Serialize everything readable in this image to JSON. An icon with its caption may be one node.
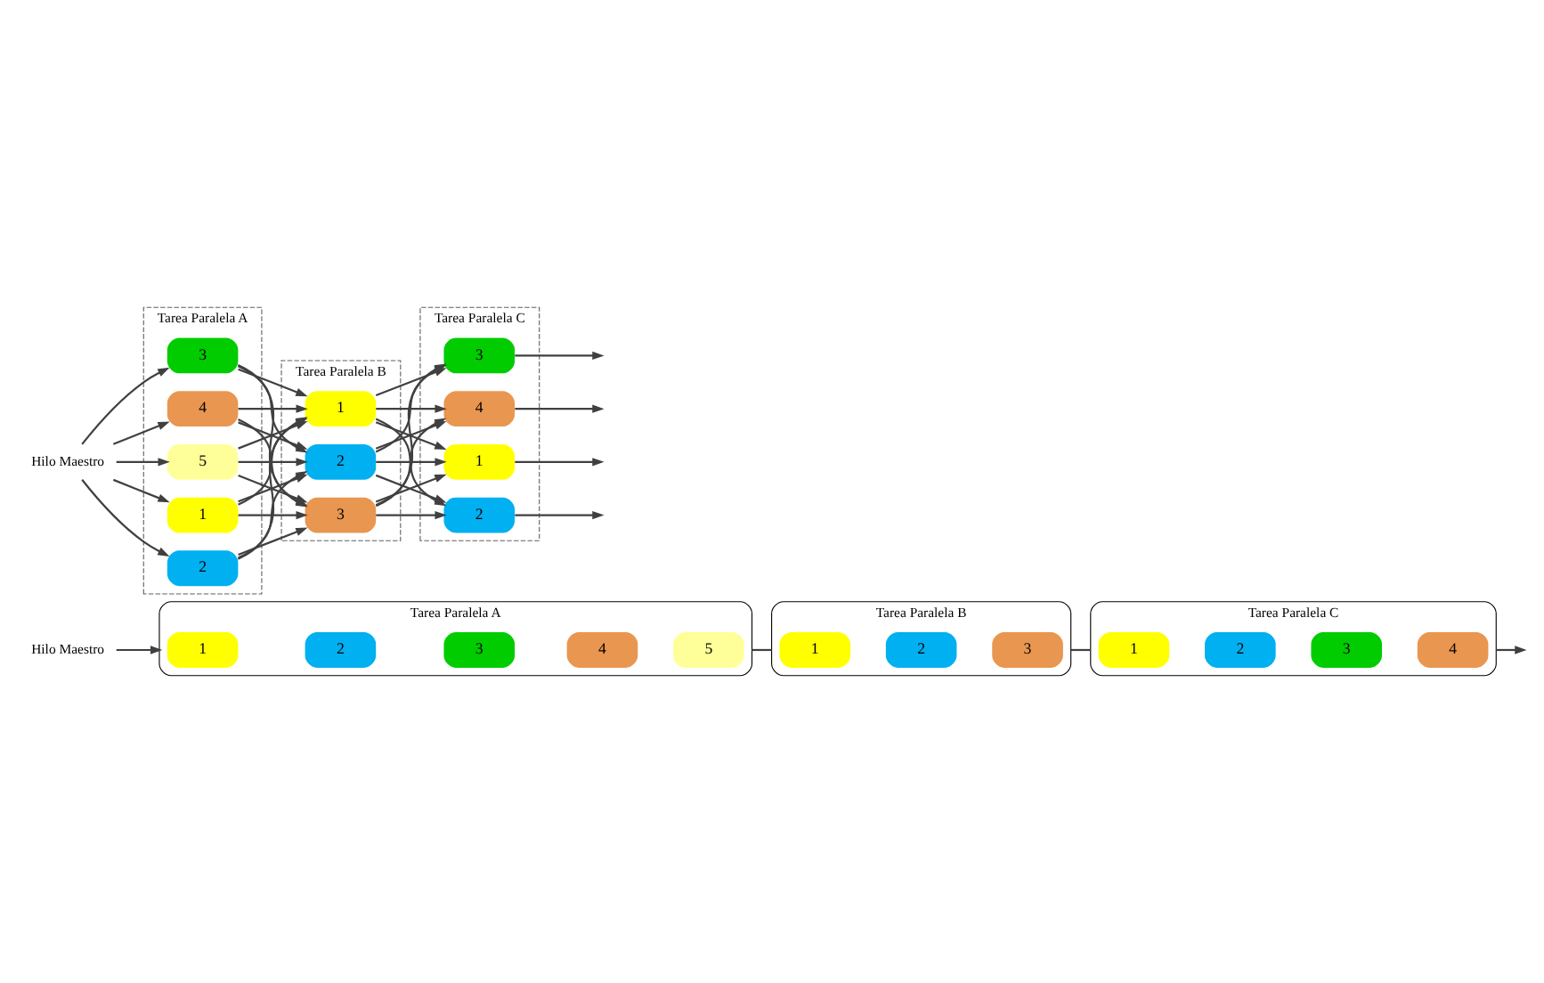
{
  "diagram": {
    "nodes": [
      {
        "text": [
          "Hilo Maestro"
        ]
      },
      {
        "text": [
          "Tarea Paralela A"
        ]
      },
      {
        "text": [
          "1"
        ],
        "in": 1
      },
      {
        "text": [
          "2"
        ],
        "in": 1
      },
      {
        "text": [
          "3"
        ],
        "in": 1
      },
      {
        "text": [
          "4"
        ],
        "in": 1
      },
      {
        "text": [
          "5"
        ],
        "in": 1
      },
      {
        "text": [
          "Tarea Paralela B"
        ]
      },
      {
        "text": [
          "1"
        ],
        "in": 7
      },
      {
        "text": [
          "2"
        ],
        "in": 7
      },
      {
        "text": [
          "3"
        ],
        "in": 7
      },
      {
        "text": [
          "Tarea Paralela C"
        ]
      },
      {
        "text": [
          "1"
        ],
        "in": 11
      },
      {
        "text": [
          "2"
        ],
        "in": 11
      },
      {
        "text": [
          "3"
        ],
        "in": 11
      },
      {
        "text": [
          "4"
        ],
        "in": 11
      },
      {
        "text": [
          "Hilo Maestro"
        ]
      },
      {
        "text": [
          "Tarea Paralela A"
        ]
      },
      {
        "text": [
          "1"
        ],
        "in": 17
      },
      {
        "text": [
          "2"
        ],
        "in": 17
      },
      {
        "text": [
          "3"
        ],
        "in": 17
      },
      {
        "text": [
          "4"
        ],
        "in": 17
      },
      {
        "text": [
          "5"
        ],
        "in": 17
      },
      {
        "text": [
          "Tarea Paralela B"
        ]
      },
      {
        "text": [
          "1"
        ],
        "in": 23
      },
      {
        "text": [
          "2"
        ],
        "in": 23
      },
      {
        "text": [
          "3"
        ],
        "in": 23
      },
      {
        "text": [
          "Tarea Paralela C"
        ]
      },
      {
        "text": [
          "1"
        ],
        "in": 27
      },
      {
        "text": [
          "2"
        ],
        "in": 27
      },
      {
        "text": [
          "3"
        ],
        "in": 27
      },
      {
        "text": [
          "4"
        ],
        "in": 27
      }
    ],
    "edges": [
      {
        "from": 0,
        "to": 1,
        "arrow": "to"
      },
      {
        "from": 1,
        "to": 7,
        "arrow": "none"
      },
      {
        "from": 7,
        "to": 11,
        "arrow": "none"
      },
      {
        "from": 11,
        "to": null,
        "arrow": "to"
      },
      {
        "from": 16,
        "to": 18,
        "arrow": "to"
      },
      {
        "from": 16,
        "to": 19,
        "arrow": "to"
      },
      {
        "from": 16,
        "to": 20,
        "arrow": "to"
      },
      {
        "from": 16,
        "to": 21,
        "arrow": "to"
      },
      {
        "from": 16,
        "to": 22,
        "arrow": "to"
      },
      {
        "from": 18,
        "to": 24,
        "arrow": "to"
      },
      {
        "from": 18,
        "to": 25,
        "arrow": "to"
      },
      {
        "from": 18,
        "to": 26,
        "arrow": "to"
      },
      {
        "from": 19,
        "to": 24,
        "arrow": "to"
      },
      {
        "from": 19,
        "to": 25,
        "arrow": "to"
      },
      {
        "from": 19,
        "to": 26,
        "arrow": "to"
      },
      {
        "from": 20,
        "to": 24,
        "arrow": "to"
      },
      {
        "from": 20,
        "to": 25,
        "arrow": "to"
      },
      {
        "from": 20,
        "to": 26,
        "arrow": "to"
      },
      {
        "from": 21,
        "to": 24,
        "arrow": "to"
      },
      {
        "from": 21,
        "to": 25,
        "arrow": "to"
      },
      {
        "from": 21,
        "to": 26,
        "arrow": "to"
      },
      {
        "from": 22,
        "to": 24,
        "arrow": "to"
      },
      {
        "from": 22,
        "to": 25,
        "arrow": "to"
      },
      {
        "from": 22,
        "to": 26,
        "arrow": "to"
      },
      {
        "from": 24,
        "to": 28,
        "arrow": "to"
      },
      {
        "from": 24,
        "to": 29,
        "arrow": "to"
      },
      {
        "from": 24,
        "to": 30,
        "arrow": "to"
      },
      {
        "from": 24,
        "to": 31,
        "arrow": "to"
      },
      {
        "from": 25,
        "to": 28,
        "arrow": "to"
      },
      {
        "from": 25,
        "to": 29,
        "arrow": "to"
      },
      {
        "from": 25,
        "to": 30,
        "arrow": "to"
      },
      {
        "from": 25,
        "to": 31,
        "arrow": "to"
      },
      {
        "from": 26,
        "to": 28,
        "arrow": "to"
      },
      {
        "from": 26,
        "to": 29,
        "arrow": "to"
      },
      {
        "from": 26,
        "to": 30,
        "arrow": "to"
      },
      {
        "from": 26,
        "to": 31,
        "arrow": "to"
      },
      {
        "from": 28,
        "to": null,
        "arrow": "to"
      },
      {
        "from": 29,
        "to": null,
        "arrow": "to"
      },
      {
        "from": 30,
        "to": null,
        "arrow": "to"
      },
      {
        "from": 31,
        "to": null,
        "arrow": "to"
      }
    ]
  }
}
